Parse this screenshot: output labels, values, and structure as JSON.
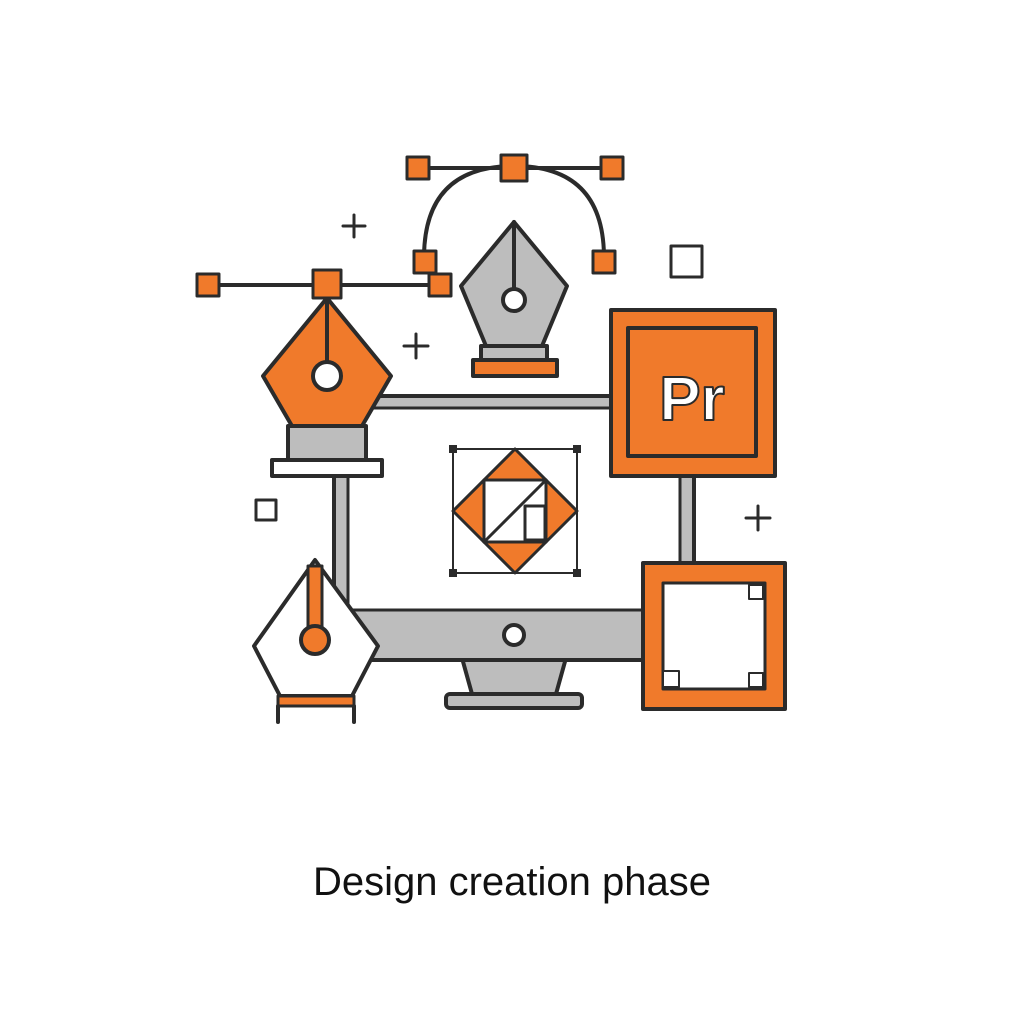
{
  "caption": "Design creation phase",
  "badge_text": "Pr",
  "colors": {
    "accent": "#f07a2b",
    "stroke": "#2b2b2b",
    "gray": "#bdbdbd",
    "background": "#ffffff"
  },
  "icons": [
    "pen-tool-icon-large",
    "pen-tool-icon-top",
    "pen-tool-icon-small",
    "monitor-icon",
    "premiere-badge-icon",
    "artboard-frame-icon",
    "bezier-curve-icon",
    "plus-sparkle-icon",
    "square-sparkle-icon"
  ]
}
